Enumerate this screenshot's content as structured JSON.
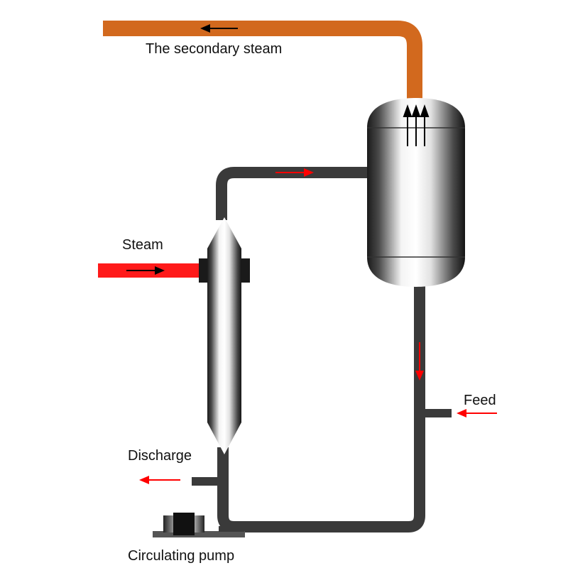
{
  "labels": {
    "secondary_steam": "The secondary steam",
    "steam": "Steam",
    "feed": "Feed",
    "discharge": "Discharge",
    "circulating_pump": "Circulating pump"
  },
  "colors": {
    "pipe": "#3a3a3a",
    "secondary_steam_pipe": "#d2691e",
    "steam_pipe": "#ff1a1a",
    "flow_arrow_red": "#ff0000",
    "flow_arrow_black": "#000000"
  }
}
